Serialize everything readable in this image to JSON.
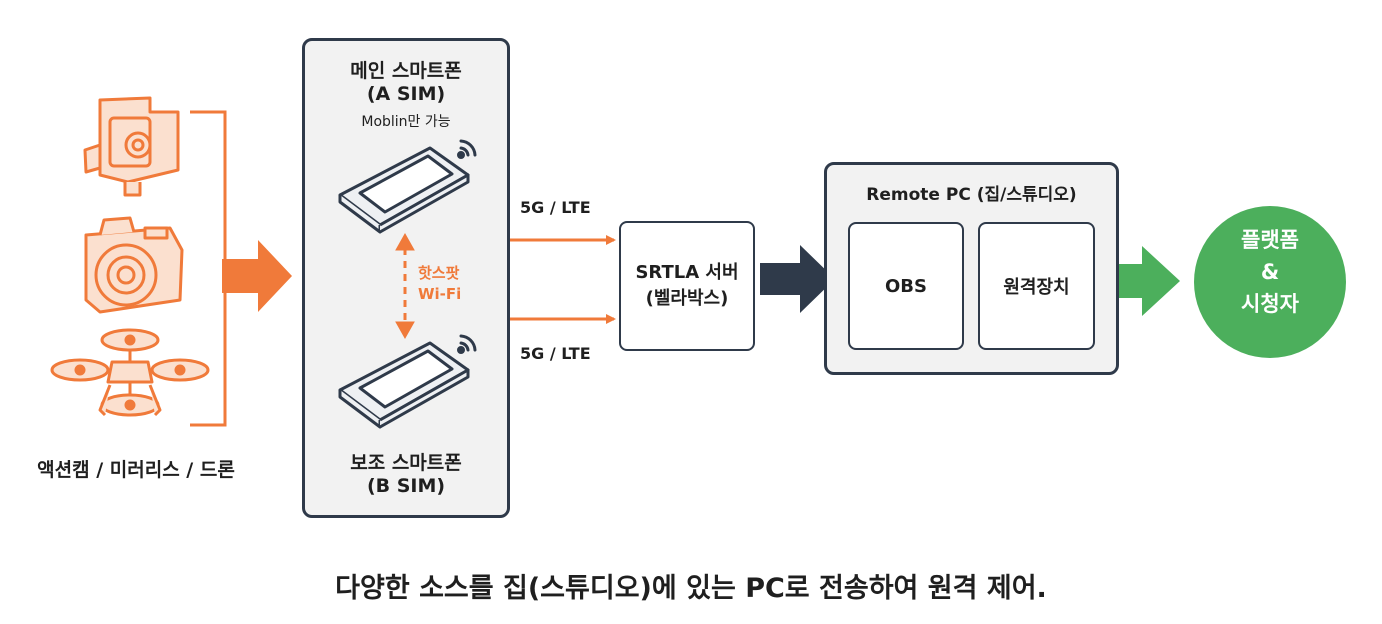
{
  "sources": {
    "label": "액션캠 / 미러리스 / 드론",
    "icons": [
      "action-cam-icon",
      "camera-icon",
      "drone-icon"
    ]
  },
  "phones_panel": {
    "main_title": "메인 스마트폰",
    "main_sim": "(A SIM)",
    "main_note": "Moblin만 가능",
    "hotspot_line1": "핫스팟",
    "hotspot_line2": "Wi-Fi",
    "sub_title": "보조 스마트폰",
    "sub_sim": "(B SIM)"
  },
  "links": {
    "top": "5G / LTE",
    "bottom": "5G / LTE"
  },
  "server": {
    "line1": "SRTLA 서버",
    "line2": "(벨라박스)"
  },
  "remote": {
    "title": "Remote PC (집/스튜디오)",
    "obs": "OBS",
    "device": "원격장치"
  },
  "platform": {
    "line1": "플랫폼",
    "line2": "&",
    "line3": "시청자"
  },
  "caption": "다양한 소스를 집(스튜디오)에 있는 PC로 전송하여 원격 제어.",
  "colors": {
    "orange": "#f07a3a",
    "navy": "#2f3a4a",
    "green": "#4caf5c",
    "panel_bg": "#f2f2f2"
  }
}
